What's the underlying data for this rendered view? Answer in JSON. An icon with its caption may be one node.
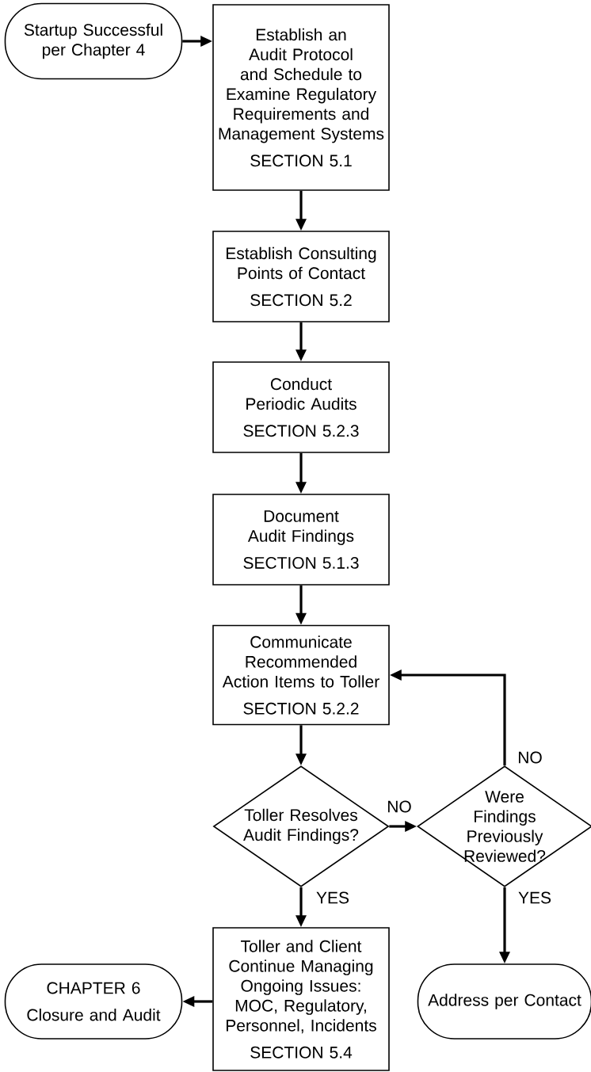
{
  "diagram": {
    "nodes": [
      {
        "text": [
          "Startup Successful per Chapter 4"
        ]
      },
      {
        "text": [
          "Establish an Audit Protocol and Schedule to Examine Regulatory Requirements and Management Systems",
          "SECTION 5.1"
        ]
      },
      {
        "text": [
          "Establish Consulting Points of Contact",
          "SECTION 5.2"
        ]
      },
      {
        "text": [
          "Conduct Periodic Audits",
          "SECTION 5.2.3"
        ]
      },
      {
        "text": [
          "Document Audit Findings",
          "SECTION 5.1.3"
        ]
      },
      {
        "text": [
          "Communicate Recommended Action Items to Toller",
          "SECTION 5.2.2"
        ]
      },
      {
        "text": [
          "Toller Resolves Audit Findings?"
        ]
      },
      {
        "text": [
          "Were Findings Previously Reviewed?"
        ]
      },
      {
        "text": [
          "Toller and Client Continue Managing Ongoing Issues: MOC, Regulatory, Personnel, Incidents",
          "SECTION 5.4"
        ]
      },
      {
        "text": [
          "CHAPTER 6",
          "Closure and Audit"
        ]
      },
      {
        "text": [
          "Address per Contact"
        ]
      }
    ],
    "edges": [
      {
        "from": 0,
        "to": 1,
        "arrow": "to"
      },
      {
        "from": 1,
        "to": 2,
        "arrow": "to"
      },
      {
        "from": 2,
        "to": 3,
        "arrow": "to"
      },
      {
        "from": 3,
        "to": 4,
        "arrow": "to"
      },
      {
        "from": 4,
        "to": 5,
        "arrow": "to"
      },
      {
        "from": 5,
        "to": 6,
        "arrow": "to"
      },
      {
        "from": 6,
        "to": 7,
        "arrow": "to",
        "label": "NO"
      },
      {
        "from": 7,
        "to": 5,
        "arrow": "to",
        "label": "NO"
      },
      {
        "from": 6,
        "to": 8,
        "arrow": "to",
        "label": "YES"
      },
      {
        "from": 7,
        "to": 10,
        "arrow": "to",
        "label": "YES"
      },
      {
        "from": 8,
        "to": 9,
        "arrow": "to"
      }
    ]
  }
}
